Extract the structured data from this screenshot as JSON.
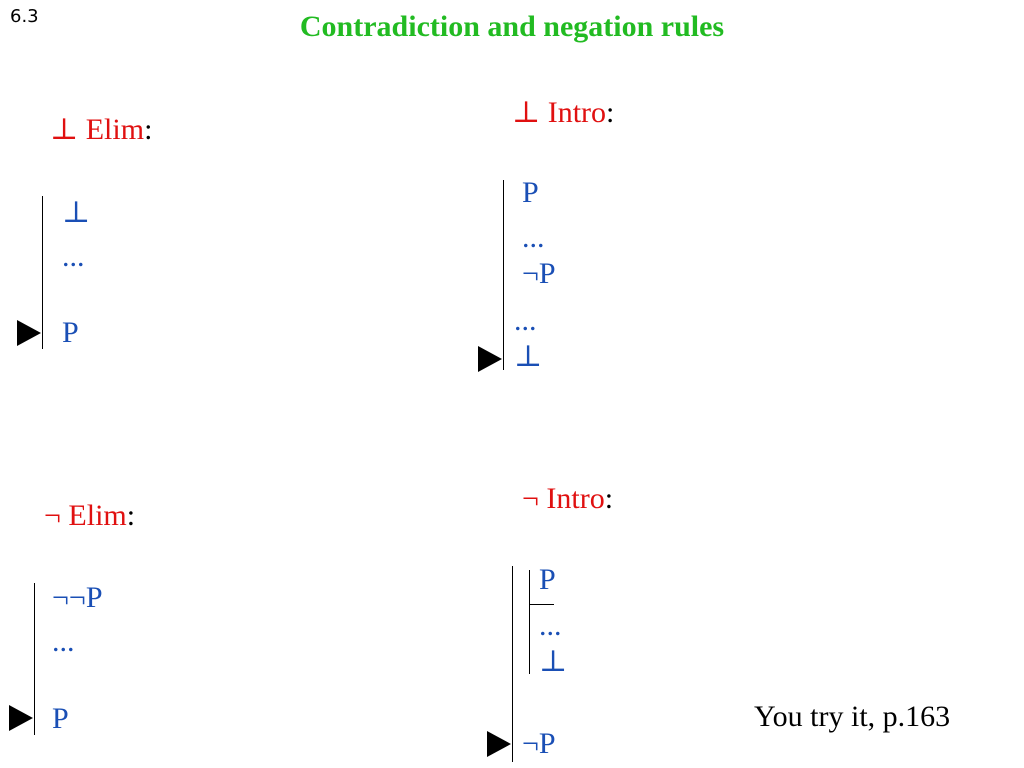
{
  "slide_number": "6.3",
  "title": "Contradiction and negation rules",
  "colon": ":",
  "rules": {
    "bot_elim": {
      "symbol": "⊥",
      "label": "Elim",
      "lines": [
        "⊥",
        "...",
        "P"
      ]
    },
    "bot_intro": {
      "symbol": "⊥",
      "label": "Intro",
      "lines": [
        "P",
        "...",
        "¬P",
        "...",
        "⊥"
      ]
    },
    "neg_elim": {
      "symbol": "¬",
      "label": "Elim",
      "lines": [
        "¬¬P",
        "...",
        "P"
      ]
    },
    "neg_intro": {
      "symbol": "¬",
      "label": "Intro",
      "subproof": [
        "P",
        "...",
        "⊥"
      ],
      "conclusion": "¬P"
    }
  },
  "footer_note": "You try it, p.163"
}
